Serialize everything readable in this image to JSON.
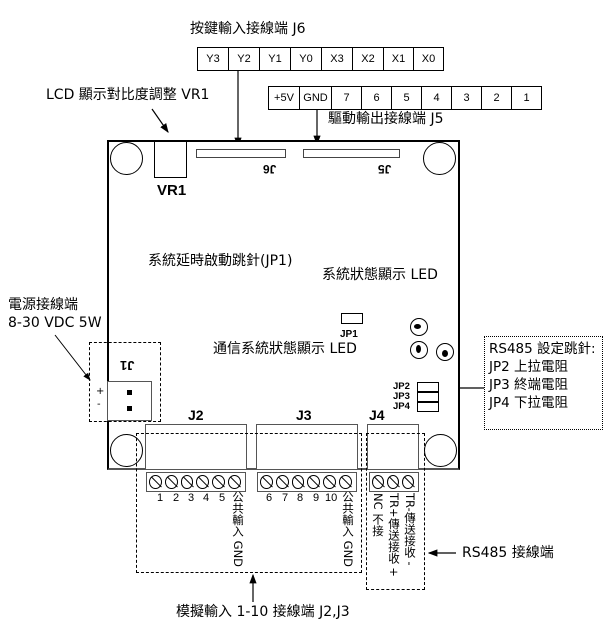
{
  "title_j6": "按鍵輸入接線端 J6",
  "j6_pins": [
    "Y3",
    "Y2",
    "Y1",
    "Y0",
    "X3",
    "X2",
    "X1",
    "X0"
  ],
  "j5_pins": [
    "+5V",
    "GND",
    "7",
    "6",
    "5",
    "4",
    "3",
    "2",
    "1"
  ],
  "title_j5": "驅動輸出接線端 J5",
  "label_vr1_desc": "LCD 顯示對比度調整 VR1",
  "board": {
    "vr1": "VR1",
    "j6": "J6",
    "j5": "J5",
    "jp1": "JP1",
    "j1": "J1",
    "j2": "J2",
    "j3": "J3",
    "j4": "J4",
    "jp2": "JP2",
    "jp3": "JP3",
    "jp4": "JP4",
    "j1_plus": "+",
    "j1_minus": "-"
  },
  "label_jp1": "系統延時啟動跳針(JP1)",
  "label_sys_led": "系統狀態顯示 LED",
  "label_comm_led": "通信系統狀態顯示 LED",
  "power": {
    "title": "電源接線端",
    "spec": "8-30 VDC 5W"
  },
  "rs485_settings": {
    "title": "RS485 設定跳針:",
    "lines": [
      "JP2 上拉電阻",
      "JP3 終端電阻",
      "JP4 下拉電阻"
    ]
  },
  "j2_numbers": [
    "1",
    "2",
    "3",
    "4",
    "5"
  ],
  "j3_numbers": [
    "6",
    "7",
    "8",
    "9",
    "10"
  ],
  "common_gnd": "公共輸入 GND",
  "j4_labels": [
    "NC 不接",
    "TR+傳送接收 +",
    "TR-傳送接收 -"
  ],
  "label_rs485": "RS485 接線端",
  "label_analog": "模擬輸入 1-10 接線端 J2,J3"
}
